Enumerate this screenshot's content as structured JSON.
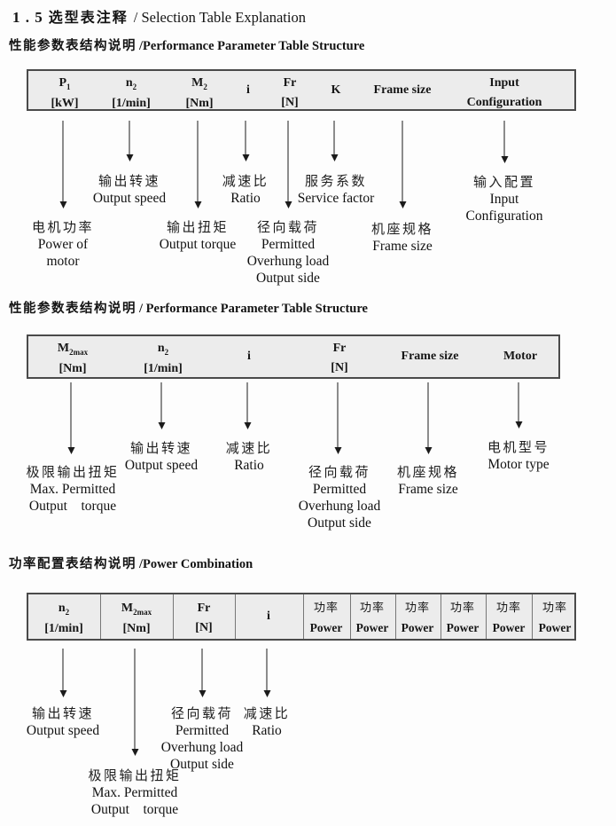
{
  "title": {
    "num": "1 . 5",
    "zh": "选型表注释",
    "en": "/ Selection Table Explanation"
  },
  "sections": [
    {
      "heading": {
        "zh": "性能参数表结构说明",
        "en": "/Performance Parameter Table Structure"
      },
      "columns": [
        {
          "sym": "P",
          "sub": "1",
          "unit": "[kW]"
        },
        {
          "sym": "n",
          "sub": "2",
          "unit": "[1/min]"
        },
        {
          "sym": "M",
          "sub": "2",
          "unit": "[Nm]"
        },
        {
          "sym": "i"
        },
        {
          "sym": "Fr",
          "unit": "[N]"
        },
        {
          "sym": "K"
        },
        {
          "sym": "Frame size"
        },
        {
          "sym": "Input",
          "unit": "Configuration"
        }
      ],
      "callouts": [
        {
          "lines": [
            "电机功率",
            "Power of",
            "motor"
          ]
        },
        {
          "lines": [
            "输出转速",
            "Output speed"
          ]
        },
        {
          "lines": [
            "输出扭矩",
            "Output torque"
          ]
        },
        {
          "lines": [
            "减速比",
            "Ratio"
          ]
        },
        {
          "lines": [
            "径向载荷",
            "Permitted",
            "Overhung load",
            "Output side"
          ]
        },
        {
          "lines": [
            "服务系数",
            "Service factor"
          ]
        },
        {
          "lines": [
            "机座规格",
            "Frame size"
          ]
        },
        {
          "lines": [
            "输入配置",
            "Input",
            "Configuration"
          ]
        }
      ]
    },
    {
      "heading": {
        "zh": "性能参数表结构说明",
        "en": "/ Performance Parameter Table Structure"
      },
      "columns": [
        {
          "sym": "M",
          "sub": "2max",
          "unit": "[Nm]"
        },
        {
          "sym": "n",
          "sub": "2",
          "unit": "[1/min]"
        },
        {
          "sym": "i"
        },
        {
          "sym": "Fr",
          "unit": "[N]"
        },
        {
          "sym": "Frame size"
        },
        {
          "sym": "Motor"
        }
      ],
      "callouts": [
        {
          "lines": [
            "极限输出扭矩",
            "Max. Permitted",
            "Output torque"
          ]
        },
        {
          "lines": [
            "输出转速",
            "Output speed"
          ]
        },
        {
          "lines": [
            "减速比",
            "Ratio"
          ]
        },
        {
          "lines": [
            "径向载荷",
            "Permitted",
            "Overhung load",
            "Output side"
          ]
        },
        {
          "lines": [
            "机座规格",
            "Frame size"
          ]
        },
        {
          "lines": [
            "电机型号",
            "Motor type"
          ]
        }
      ]
    },
    {
      "heading": {
        "zh": "功率配置表结构说明",
        "en": "/Power Combination"
      },
      "columns": [
        {
          "sym": "n",
          "sub": "2",
          "unit": "[1/min]"
        },
        {
          "sym": "M",
          "sub": "2max",
          "unit": "[Nm]"
        },
        {
          "sym": "Fr",
          "unit": "[N]"
        },
        {
          "sym": "i"
        },
        {
          "sym": "功率",
          "unit": "Power"
        },
        {
          "sym": "功率",
          "unit": "Power"
        },
        {
          "sym": "功率",
          "unit": "Power"
        },
        {
          "sym": "功率",
          "unit": "Power"
        },
        {
          "sym": "功率",
          "unit": "Power"
        },
        {
          "sym": "功率",
          "unit": "Power"
        }
      ],
      "callouts": [
        {
          "lines": [
            "输出转速",
            "Output speed"
          ]
        },
        {
          "lines": [
            "极限输出扭矩",
            "Max. Permitted",
            "Output torque"
          ]
        },
        {
          "lines": [
            "径向载荷",
            "Permitted",
            "Overhung load",
            "Output side"
          ]
        },
        {
          "lines": [
            "减速比",
            "Ratio"
          ]
        }
      ]
    }
  ]
}
